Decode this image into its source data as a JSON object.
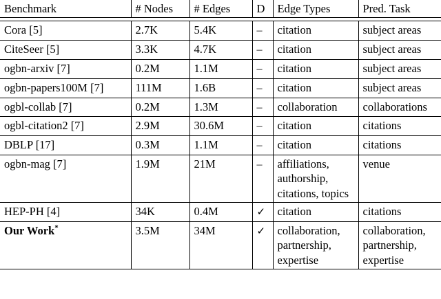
{
  "table": {
    "columns": [
      {
        "key": "benchmark",
        "label": "Benchmark"
      },
      {
        "key": "nodes",
        "label": "# Nodes"
      },
      {
        "key": "edges",
        "label": "# Edges"
      },
      {
        "key": "d",
        "label": "D"
      },
      {
        "key": "edge_types",
        "label": "Edge Types"
      },
      {
        "key": "pred_task",
        "label": "Pred. Task"
      }
    ],
    "rows": [
      {
        "benchmark": "Cora [5]",
        "nodes": "2.7K",
        "edges": "5.4K",
        "d": "–",
        "edge_types": "citation",
        "pred_task": "subject areas"
      },
      {
        "benchmark": "CiteSeer [5]",
        "nodes": "3.3K",
        "edges": "4.7K",
        "d": "–",
        "edge_types": "citation",
        "pred_task": "subject areas"
      },
      {
        "benchmark": "ogbn-arxiv [7]",
        "nodes": "0.2M",
        "edges": "1.1M",
        "d": "–",
        "edge_types": "citation",
        "pred_task": "subject areas"
      },
      {
        "benchmark": "ogbn-papers100M [7]",
        "nodes": "111M",
        "edges": "1.6B",
        "d": "–",
        "edge_types": "citation",
        "pred_task": "subject areas"
      },
      {
        "benchmark": "ogbl-collab [7]",
        "nodes": "0.2M",
        "edges": "1.3M",
        "d": "–",
        "edge_types": "collaboration",
        "pred_task": "collaborations"
      },
      {
        "benchmark": "ogbl-citation2 [7]",
        "nodes": "2.9M",
        "edges": "30.6M",
        "d": "–",
        "edge_types": "citation",
        "pred_task": "citations"
      },
      {
        "benchmark": "DBLP [17]",
        "nodes": "0.3M",
        "edges": "1.1M",
        "d": "–",
        "edge_types": "citation",
        "pred_task": "citations"
      },
      {
        "benchmark": "ogbn-mag [7]",
        "nodes": "1.9M",
        "edges": "21M",
        "d": "–",
        "edge_types": "affiliations,\nauthorship,\ncitations,\ntopics",
        "pred_task": "venue"
      },
      {
        "benchmark": "HEP-PH [4]",
        "nodes": "34K",
        "edges": "0.4M",
        "d": "✓",
        "edge_types": "citation",
        "pred_task": "citations"
      },
      {
        "benchmark": "Our Work",
        "benchmark_suffix": "*",
        "benchmark_bold": true,
        "nodes": "3.5M",
        "edges": "34M",
        "d": "✓",
        "edge_types": "collaboration,\npartnership,\nexpertise",
        "pred_task": "collaboration,\npartnership,\nexpertise"
      }
    ]
  },
  "style": {
    "rule_color": "#000000",
    "text_color": "#000000",
    "background": "#ffffff"
  }
}
